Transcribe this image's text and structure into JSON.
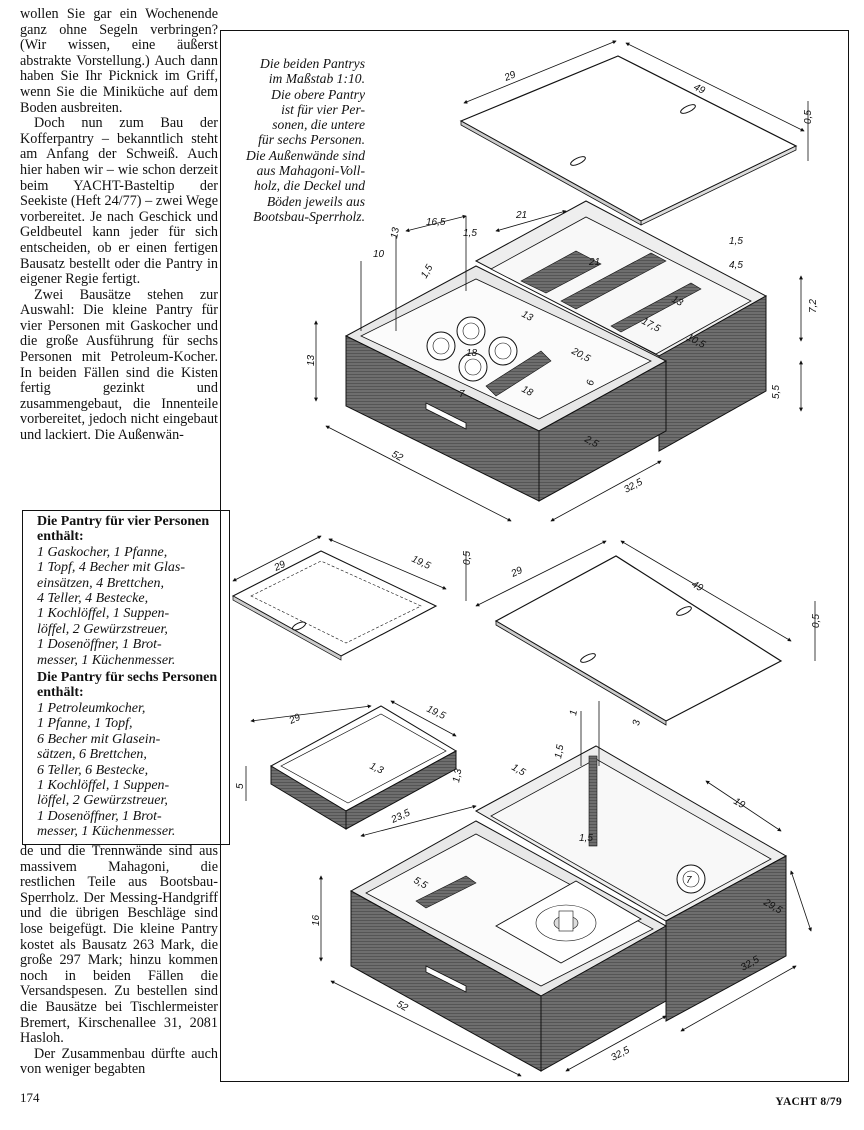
{
  "article": {
    "column_top": [
      "wollen Sie gar ein Wochenende ganz ohne Segeln verbringen? (Wir wissen, eine äußerst abstrakte Vorstellung.) Auch dann haben Sie Ihr Picknick im Griff, wenn Sie die Miniküche auf dem Boden ausbreiten.",
      "Doch nun zum Bau der Kofferpantry – bekanntlich steht am Anfang der Schweiß. Auch hier haben wir – wie schon derzeit beim YACHT-Basteltip der Seekiste (Heft 24/77) – zwei Wege vorbereitet. Je nach Geschick und Geldbeutel kann jeder für sich entscheiden, ob er einen fertigen Bausatz bestellt oder die Pantry in eigener Regie fertigt.",
      "Zwei Bausätze stehen zur Auswahl: Die kleine Pantry für vier Personen mit Gaskocher und die große Ausführung für sechs Personen mit Petroleum-Kocher. In beiden Fällen sind die Kisten fertig gezinkt und zusammengebaut, die Innenteile vorbereitet, jedoch nicht eingebaut und lackiert. Die Außenwän-"
    ],
    "column_bottom": [
      "de und die Trennwände sind aus massivem Mahagoni, die restlichen Teile aus Bootsbau-Sperrholz. Der Messing-Handgriff und die übrigen Beschläge sind lose beigefügt. Die kleine Pantry kostet als Bausatz 263 Mark, die große 297 Mark; hinzu kommen noch in beiden Fällen die Versandspesen. Zu bestellen sind die Bausätze bei Tischlermeister Bremert, Kirschenallee 31, 2081 Hasloh.",
      "Der Zusammenbau dürfte auch von weniger begabten"
    ]
  },
  "infobox": {
    "heading_four": "Die Pantry für vier Personen enthält:",
    "items_four": "1 Gaskocher, 1 Pfanne,\n1 Topf, 4 Becher mit Glas-\neinsätzen, 4 Brettchen,\n4 Teller, 4 Bestecke,\n1 Kochlöffel, 1 Suppen-\nlöffel, 2 Gewürzstreuer,\n1 Dosenöffner, 1 Brot-\nmesser, 1 Küchenmesser.",
    "heading_six": "Die Pantry für sechs Personen enthält:",
    "items_six": "1 Petroleumkocher,\n1 Pfanne, 1 Topf,\n6 Becher mit Glasein-\nsätzen, 6 Brettchen,\n6 Teller, 6 Bestecke,\n1 Kochlöffel, 1 Suppen-\nlöffel, 2 Gewürzstreuer,\n1 Dosenöffner, 1 Brot-\nmesser, 1 Küchenmesser."
  },
  "figure": {
    "caption": "Die beiden Pantrys\nim Maßstab 1:10.\nDie obere Pantry\nist für vier Per-\nsonen, die untere\nfür sechs Personen.\nDie Außenwände sind\naus Mahagoni-Voll-\nholz, die Deckel und\nBöden jeweils aus\nBootsbau-Sperrholz.",
    "dims_upper": {
      "lid_depth": "29",
      "lid_length": "49",
      "lid_thick": "0,5",
      "d10": "10",
      "d13a": "13",
      "d16_5": "16,5",
      "d1_5a": "1,5",
      "d1_5b": "1,5",
      "d21a": "21",
      "d21b": "21",
      "d1_5c": "1,5",
      "d4_5": "4,5",
      "d13b": "13",
      "d17_5": "17,5",
      "d10_5": "10,5",
      "d18a": "18",
      "d7": "7",
      "d13c": "13",
      "d20_5": "20,5",
      "d6": "6",
      "d18b": "18",
      "d2_5": "2,5",
      "d13_height": "13",
      "d52": "52",
      "d32_5": "32,5",
      "d7_2": "7,2",
      "d5_5": "5,5"
    },
    "dims_lower": {
      "small_lid_depth": "29",
      "small_lid_length": "19,5",
      "small_lid_thick": "0,5",
      "lid_depth": "29",
      "lid_length": "49",
      "lid_thick": "0,5",
      "tray_depth": "29",
      "tray_length": "19,5",
      "tray_wall": "1,3",
      "tray_height": "5",
      "d1": "1",
      "d3": "3",
      "d1_5a": "1,5",
      "d1_5b": "1,5",
      "d1_3": "1,3",
      "d23_5": "23,5",
      "d19": "19",
      "d1_5c": "1,5",
      "d7": "7",
      "d5_5": "5,5",
      "d16": "16",
      "d29_5": "29,5",
      "d32_5a": "32,5",
      "d52": "52",
      "d32_5b": "32,5"
    }
  },
  "footer": {
    "page_number": "174",
    "magazine": "YACHT 8/79"
  }
}
